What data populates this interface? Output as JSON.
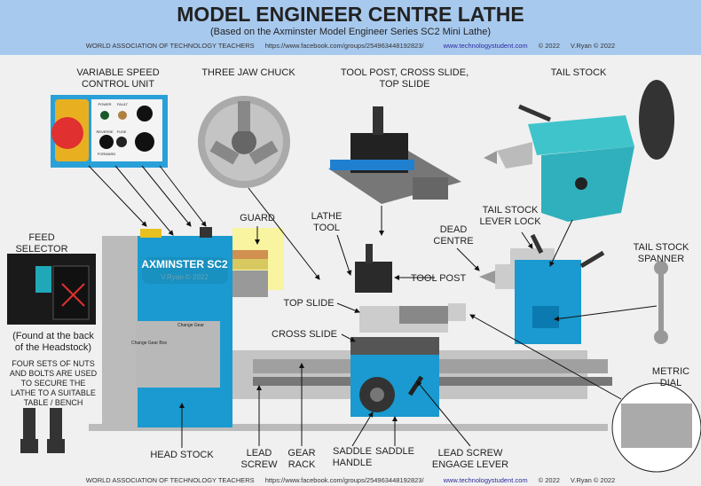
{
  "header": {
    "title": "MODEL ENGINEER CENTRE LATHE",
    "subtitle": "(Based on the Axminster Model Engineer Series SC2 Mini Lathe)",
    "org": "WORLD ASSOCIATION OF TECHNOLOGY TEACHERS",
    "facebook": "https://www.facebook.com/groups/254963448192823/",
    "site": "www.technologystudent.com",
    "site_year": "© 2022",
    "author": "V.Ryan © 2022"
  },
  "labels": {
    "speed_control": [
      "VARIABLE SPEED",
      "CONTROL UNIT"
    ],
    "chuck": "THREE JAW CHUCK",
    "tool_post_group": [
      "TOOL POST, CROSS SLIDE,",
      "TOP SLIDE"
    ],
    "tail_stock": "TAIL STOCK",
    "guard": "GUARD",
    "lathe_tool": [
      "LATHE",
      "TOOL"
    ],
    "dead_centre": [
      "DEAD",
      "CENTRE"
    ],
    "lever_lock": [
      "TAIL STOCK",
      "LEVER LOCK"
    ],
    "spanner": [
      "TAIL STOCK",
      "SPANNER"
    ],
    "feed_selector": [
      "FEED",
      "SELECTOR"
    ],
    "tool_post": "TOOL POST",
    "top_slide": "TOP SLIDE",
    "cross_slide": "CROSS SLIDE",
    "feed_note": [
      "(Found at the back",
      "of the Headstock)"
    ],
    "bolts_note": [
      "FOUR SETS OF NUTS",
      "AND BOLTS ARE USED",
      "TO SECURE THE",
      "LATHE TO A SUITABLE",
      "TABLE / BENCH"
    ],
    "metric_dial": [
      "METRIC",
      "DIAL"
    ],
    "head_stock": "HEAD STOCK",
    "lead_screw": [
      "LEAD",
      "SCREW"
    ],
    "gear_rack": [
      "GEAR",
      "RACK"
    ],
    "saddle_handle": [
      "SADDLE",
      "HANDLE"
    ],
    "saddle": "SADDLE",
    "engage_lever": [
      "LEAD SCREW",
      "ENGAGE LEVER"
    ]
  },
  "machine": {
    "brand": "AXMINSTER SC2",
    "plate": "V.Ryan © 2022",
    "gear_table_title": "Change Gear",
    "gear_box": "Change Gear Box",
    "panel": {
      "power": "POWER",
      "fault": "FAULT",
      "reverse": "REVERSE",
      "forward": "FORWARD",
      "fuse": "FUSE"
    }
  },
  "colors": {
    "header": "#a8c9ee",
    "machine_blue": "#1a9ad0",
    "tail_cyan": "#37c0c8",
    "guard_yellow": "#f8f4a0"
  }
}
